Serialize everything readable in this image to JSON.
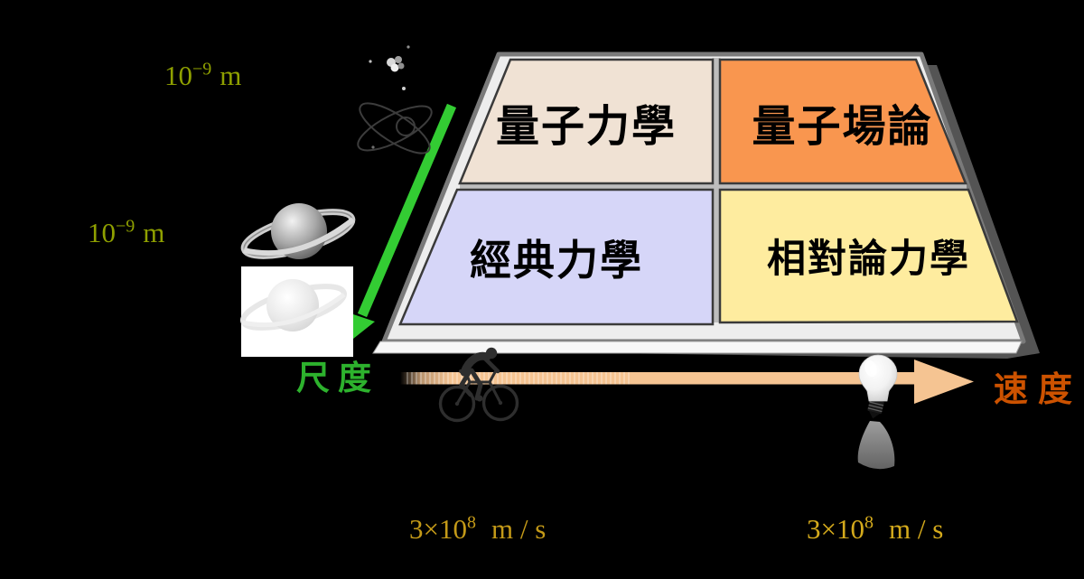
{
  "quadrants": {
    "quantum_mechanics": {
      "label": "量子力學",
      "fill": "#F0E2D4"
    },
    "quantum_field_theory": {
      "label": "量子場論",
      "fill": "#F9964F"
    },
    "classical_mechanics": {
      "label": "經典力學",
      "fill": "#D6D6F8"
    },
    "relativistic_mechanics": {
      "label": "相對論力學",
      "fill": "#FEEC9F"
    }
  },
  "axes": {
    "scale": {
      "label": "尺度",
      "label_color": "#2DB22D",
      "arrow_color": "#33CC33",
      "direction": "down-left"
    },
    "speed": {
      "label": "速度",
      "label_color": "#CC5200",
      "arrow_color": "#F5C492",
      "direction": "right"
    }
  },
  "markers": {
    "size_top": {
      "base": "10",
      "exponent": "−9",
      "unit": "m",
      "color": "#8FA000"
    },
    "size_mid": {
      "base": "10",
      "exponent": "−9",
      "unit": "m",
      "color": "#8FA000"
    },
    "speed_left": {
      "base": "3×10",
      "exponent": "8",
      "unit": "m / s",
      "color": "#C49A18"
    },
    "speed_right": {
      "base": "3×10",
      "exponent": "8",
      "unit": "m / s",
      "color": "#D4AA1C"
    }
  },
  "board": {
    "surface": "#EDEDED",
    "gap": "#BDBDBD",
    "frame": "#7A7A7A",
    "shadow": "#545454",
    "front_edge": "#F7F7F7"
  },
  "icons": [
    "atom-icon",
    "saturn-icon",
    "saturn-faded-icon",
    "cyclist-icon",
    "light-bulb-icon"
  ]
}
